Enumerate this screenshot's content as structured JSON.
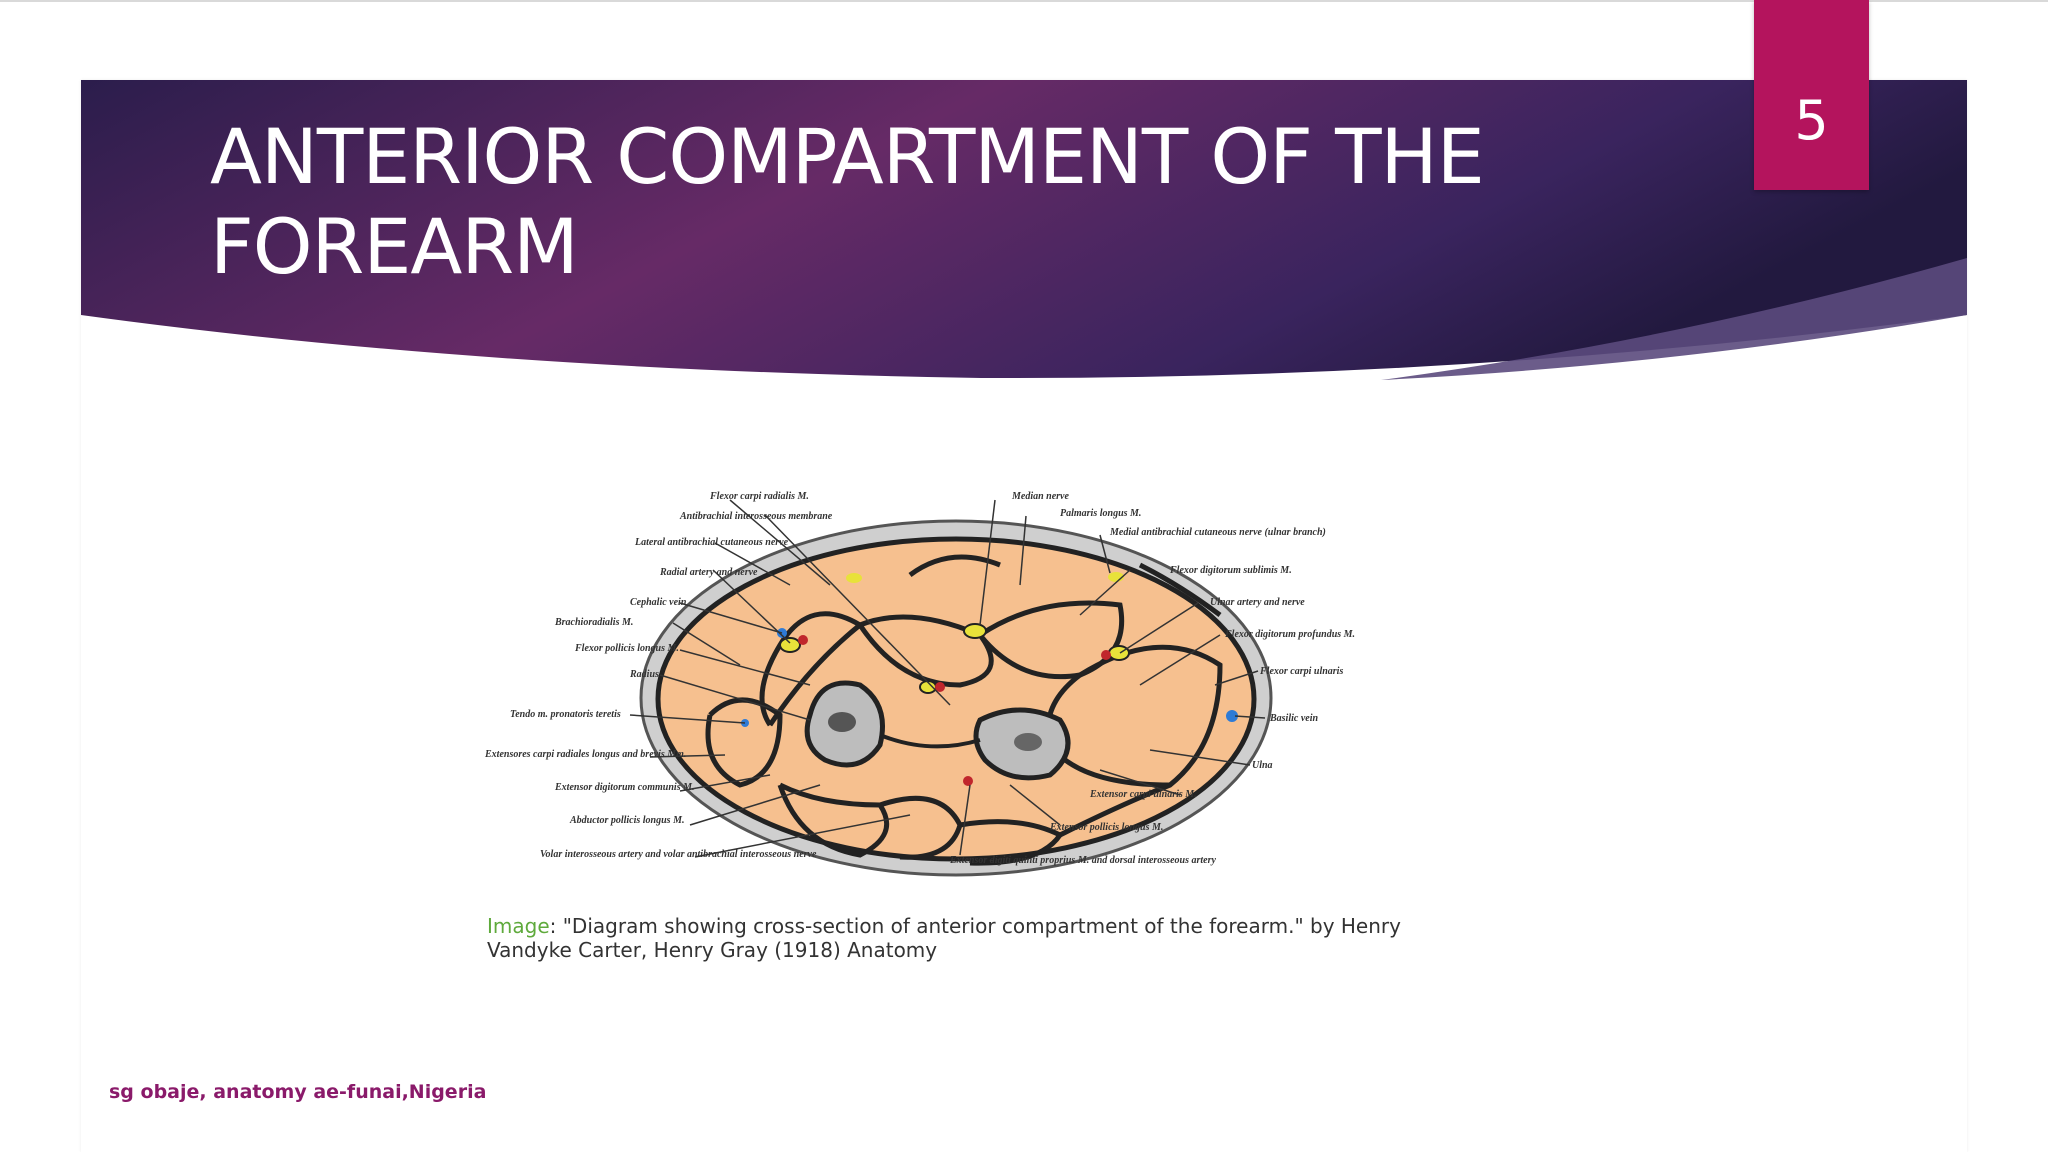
{
  "slide": {
    "title": "ANTERIOR COMPARTMENT OF THE FOREARM",
    "title_line1": "ANTERIOR COMPARTMENT OF THE",
    "title_line2": "FOREARM",
    "page_number": "5",
    "footer": "sg obaje, anatomy ae-funai,Nigeria"
  },
  "colors": {
    "banner_dark": "#2b1d4c",
    "banner_mid": "#6b2a6a",
    "accent_tab": "#b4145d",
    "muscle": "#f6c08f",
    "nerve": "#e8e23a",
    "artery": "#c0262c",
    "vein": "#2e7bd6"
  },
  "figure": {
    "caption_tag": "Image",
    "caption_text": ": \"Diagram showing cross-section of anterior compartment of the forearm.\" by Henry Vandyke Carter, Henry Gray (1918) Anatomy",
    "labels": {
      "flexor_carpi_radialis": "Flexor carpi radialis M.",
      "antibrachial_membrane": "Antibrachial interosseous membrane",
      "lateral_cutaneous": "Lateral antibrachial cutaneous nerve",
      "radial_artery": "Radial artery and nerve",
      "cephalic_vein": "Cephalic vein",
      "brachioradialis": "Brachioradialis M.",
      "flexor_pollicis": "Flexor pollicis longus M.",
      "radius": "Radius",
      "pronator_teres": "Tendo m. pronatoris teretis",
      "extensor_carpi_radialis": "Extensores carpi radiales longus and brevis Mm.",
      "extensor_digitorum": "Extensor digitorum communis M.",
      "abductor_pollicis": "Abductor pollicis longus M.",
      "volar_artery": "Volar interosseous artery and volar antibrachial interosseous nerve",
      "median_nerve": "Median nerve",
      "palmaris_longus": "Palmaris longus M.",
      "medial_cutaneous": "Medial antibrachial cutaneous nerve (ulnar branch)",
      "flexor_superficialis": "Flexor digitorum sublimis M.",
      "ulnar_artery": "Ulnar artery and nerve",
      "flexor_profundus": "Flexor digitorum profundus M.",
      "flexor_carpi_ulnaris": "Flexor carpi ulnaris",
      "basilic_vein": "Basilic vein",
      "ulna": "Ulna",
      "extensor_carpi_ulnaris": "Extensor carpi ulnaris M.",
      "extensor_pollicis": "Extensor pollicis longus M.",
      "extensor_digiti": "Extensor digiti quinti proprius M. and dorsal interosseous artery"
    }
  }
}
